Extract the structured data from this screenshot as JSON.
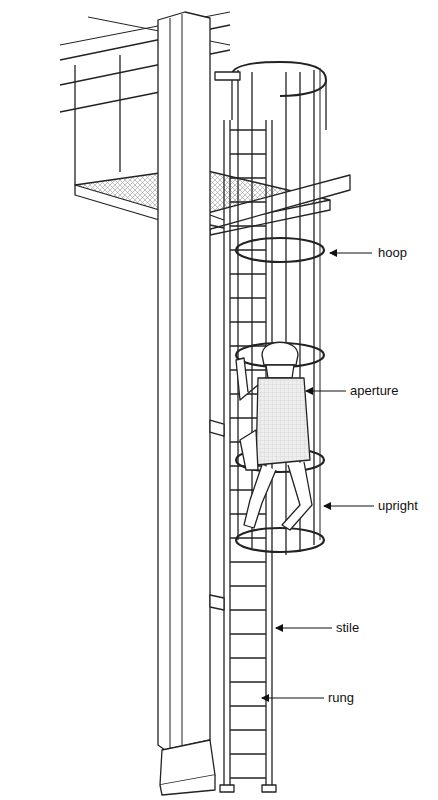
{
  "diagram": {
    "labels": [
      "hoop",
      "aperture",
      "upright",
      "stile",
      "rung"
    ]
  }
}
